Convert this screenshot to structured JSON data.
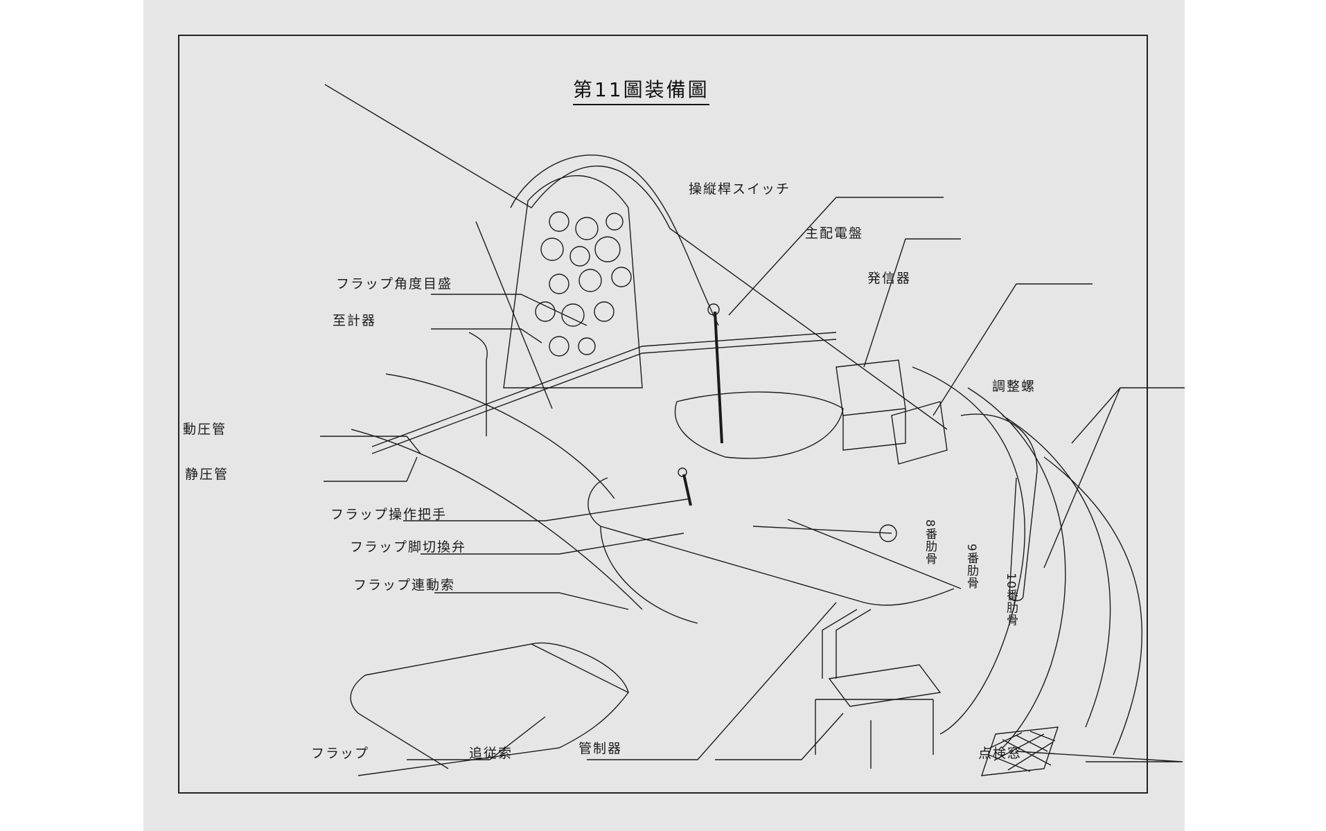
{
  "title": "第11圖装備圖",
  "labels": {
    "stick_switch": "操縦桿スイッチ",
    "main_switchboard": "主配電盤",
    "transmitter": "発信器",
    "flap_angle_scale": "フラップ角度目盛",
    "to_instruments": "至計器",
    "pitot_tube": "動圧管",
    "static_tube": "静圧管",
    "adjusting_screw": "調整螺",
    "flap_handle": "フラップ操作把手",
    "flap_gear_valve": "フラップ脚切換弁",
    "flap_link_cable": "フラップ連動索",
    "rib_8": "8番肋骨",
    "rib_9": "9番肋骨",
    "rib_10": "10番肋骨",
    "flap": "フラップ",
    "follow_cable": "追従索",
    "controller": "管制器",
    "inspection_window": "点検窓"
  },
  "colors": {
    "paper": "#e6e6e6",
    "ink": "#1a1a1a"
  }
}
